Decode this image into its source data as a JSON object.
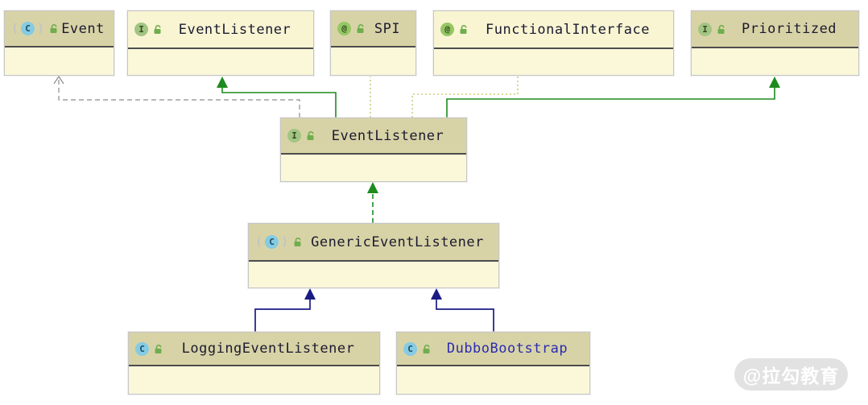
{
  "diagram": {
    "nodes": [
      {
        "id": "event",
        "label": "Event",
        "badge": "C",
        "kind": "abstract-class"
      },
      {
        "id": "event-listener-external",
        "label": "EventListener",
        "badge": "I",
        "kind": "interface"
      },
      {
        "id": "spi",
        "label": "SPI",
        "badge": "@",
        "kind": "annotation"
      },
      {
        "id": "functional-interface",
        "label": "FunctionalInterface",
        "badge": "@",
        "kind": "annotation"
      },
      {
        "id": "prioritized",
        "label": "Prioritized",
        "badge": "I",
        "kind": "interface"
      },
      {
        "id": "event-listener",
        "label": "EventListener",
        "badge": "I",
        "kind": "interface"
      },
      {
        "id": "generic-event-listener",
        "label": "GenericEventListener",
        "badge": "C",
        "kind": "abstract-class"
      },
      {
        "id": "logging-event-listener",
        "label": "LoggingEventListener",
        "badge": "C",
        "kind": "class"
      },
      {
        "id": "dubbo-bootstrap",
        "label": "DubboBootstrap",
        "badge": "C",
        "kind": "class"
      }
    ],
    "edges": [
      {
        "from": "event-listener",
        "to": "event",
        "type": "dependency",
        "style": "dashed-gray-open-arrow"
      },
      {
        "from": "event-listener",
        "to": "event-listener-external",
        "type": "extends",
        "style": "solid-green-triangle"
      },
      {
        "from": "event-listener",
        "to": "spi",
        "type": "annotation",
        "style": "dotted-olive"
      },
      {
        "from": "event-listener",
        "to": "functional-interface",
        "type": "annotation",
        "style": "dotted-olive"
      },
      {
        "from": "event-listener",
        "to": "prioritized",
        "type": "extends",
        "style": "solid-green-triangle"
      },
      {
        "from": "generic-event-listener",
        "to": "event-listener",
        "type": "implements",
        "style": "dashed-green-triangle"
      },
      {
        "from": "logging-event-listener",
        "to": "generic-event-listener",
        "type": "extends",
        "style": "solid-navy-triangle"
      },
      {
        "from": "dubbo-bootstrap",
        "to": "generic-event-listener",
        "type": "extends",
        "style": "solid-navy-triangle"
      }
    ]
  },
  "icons": {
    "paren_open": "(",
    "paren_close": ")"
  },
  "watermark": {
    "text": "@拉勾教育"
  },
  "colors": {
    "header_tan": "#d8d3a6",
    "header_light": "#f9f5d3",
    "node_body": "#fbf8da",
    "divider": "#4d4d4d",
    "extends_green": "#1e8b1e",
    "extends_navy": "#1b1b85",
    "annotation_dotted": "#cdcd7d",
    "dependency_gray": "#8c8c8c",
    "class_icon_blue": "#85cbe3",
    "interface_icon_green": "#a2c583",
    "annotation_icon_green": "#94c763",
    "lock_green": "#6fae4e",
    "dubbo_bootstrap_text": "#2b2bb0"
  }
}
